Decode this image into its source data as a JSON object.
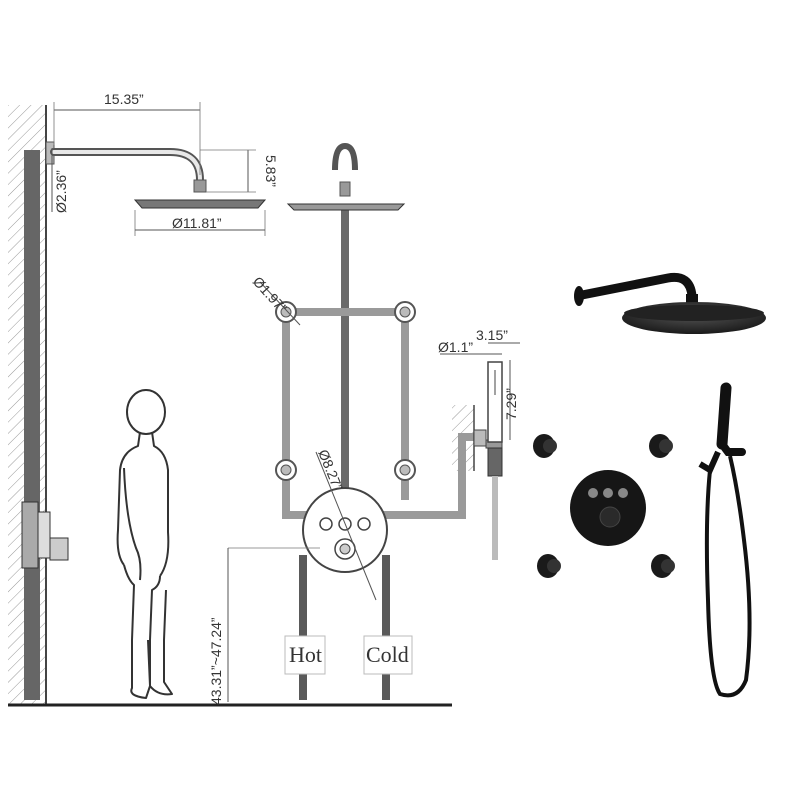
{
  "dimensions": {
    "arm_length": "15.35”",
    "arm_drop": "5.83”",
    "flange_dia": "Ø2.36”",
    "head_dia": "Ø11.81”",
    "jet_dia": "Ø1.97”",
    "valve_dia": "Ø8.27”",
    "handheld_dia": "Ø1.1”",
    "holder_width": "3.15”",
    "handheld_length": "7.29”",
    "valve_height": "43.31”~47.24”"
  },
  "pipes": {
    "hot_label": "Hot",
    "cold_label": "Cold"
  }
}
